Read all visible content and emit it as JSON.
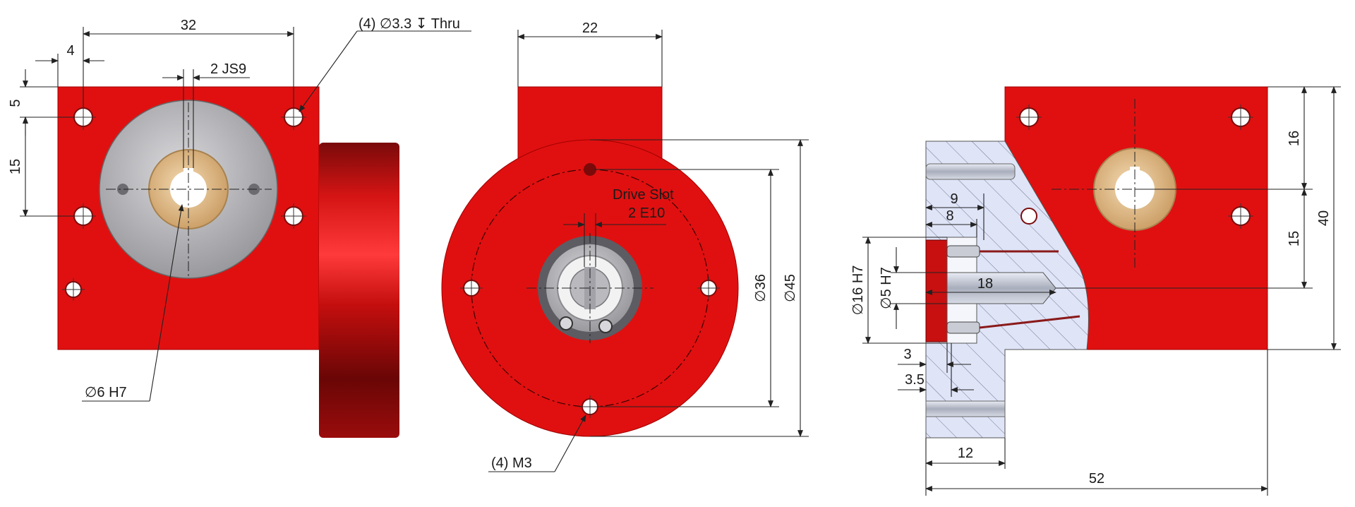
{
  "front_view": {
    "dim_width": "32",
    "dim_edge_x": "4",
    "dim_edge_y": "5",
    "dim_hole_spacing": "15",
    "dim_keyway": "2 JS9",
    "hole_callout": "(4) ∅3.3 ↧ Thru",
    "bore_callout": "∅6 H7"
  },
  "side_view": {
    "dim_width": "22",
    "drive_slot_title": "Drive Slot",
    "drive_slot_value": "2 E10",
    "dim_pitch_dia": "∅36",
    "dim_outer_dia": "∅45",
    "thread_callout": "(4) M3"
  },
  "section_view": {
    "dim_9": "9",
    "dim_8": "8",
    "dim_18": "18",
    "dim_3": "3",
    "dim_3_5": "3.5",
    "dim_12": "12",
    "dim_52": "52",
    "dim_16": "16",
    "dim_15": "15",
    "dim_40": "40",
    "dim_bore16": "∅16 H7",
    "dim_bore5": "∅5 H7"
  },
  "colors": {
    "housing_red": "#e01010",
    "hatch_fill": "#dfe4f7",
    "aluminum": "#b8b8bc",
    "bronze": "#e8c79a"
  }
}
